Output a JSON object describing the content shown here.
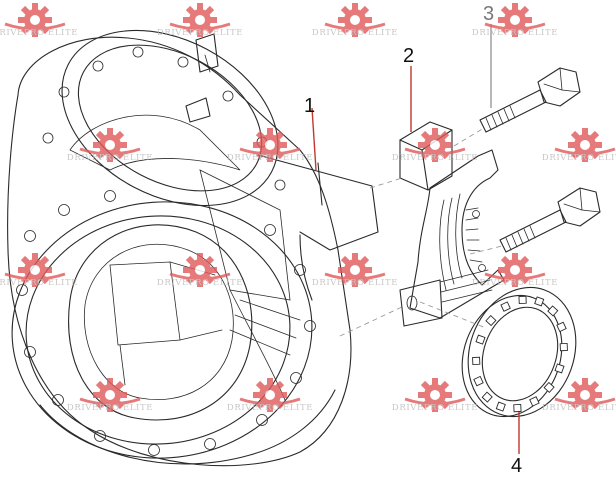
{
  "diagram": {
    "callouts": [
      {
        "number": "1",
        "part": "differential-case"
      },
      {
        "number": "2",
        "part": "bearing-cap"
      },
      {
        "number": "3",
        "part": "cap-bolt"
      },
      {
        "number": "4",
        "part": "adjusting-nut"
      }
    ],
    "watermark": {
      "text": "DRIVEPRO ELITE",
      "logo_color": "#e05a5a",
      "text_color": "#b9b9b9"
    },
    "leader_colors": {
      "part_1": "#c0392b",
      "part_2": "#c0392b",
      "part_3": "#999999",
      "part_4": "#c0392b"
    }
  }
}
